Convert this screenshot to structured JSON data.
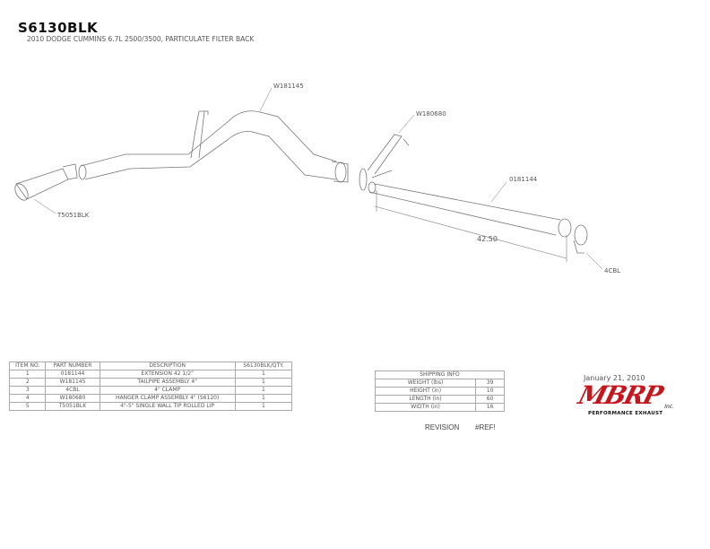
{
  "header": {
    "title": "S6130BLK",
    "subtitle": "2010 DODGE CUMMINS 6.7L 2500/3500, PARTICULATE FILTER BACK"
  },
  "drawing_labels": {
    "tailpipe": "W181145",
    "hanger": "W180680",
    "extension": "0181144",
    "dimension": "42.50",
    "clamp": "4CBL",
    "tip": "T5051BLK"
  },
  "parts_table": {
    "headers": [
      "ITEM NO.",
      "PART NUMBER",
      "DESCRIPTION",
      "S6130BLK/QTY."
    ],
    "rows": [
      [
        "1",
        "0181144",
        "EXTENSION 42 1/2\"",
        "1"
      ],
      [
        "2",
        "W181145",
        "TAILPIPE ASSEMBLY 4\"",
        "1"
      ],
      [
        "3",
        "4CBL",
        "4\" CLAMP",
        "1"
      ],
      [
        "4",
        "W180680",
        "HANGER CLAMP ASSEMBLY 4\" (S6120)",
        "1"
      ],
      [
        "5",
        "T5051BLK",
        "4\"-5\" SINGLE WALL TIP ROLLED LIP",
        "1"
      ]
    ]
  },
  "shipping": {
    "title": "SHIPPING INFO",
    "rows": [
      [
        "WEIGHT (lbs)",
        "39"
      ],
      [
        "HEIGHT (in)",
        "10"
      ],
      [
        "LENGTH (in)",
        "60"
      ],
      [
        "WIDTH (in)",
        "16"
      ]
    ]
  },
  "date": "January 21, 2010",
  "logo": {
    "mark": "MBRP",
    "inc": "Inc.",
    "tagline": "PERFORMANCE EXHAUST",
    "color": "#c4161c"
  },
  "revision": {
    "label": "REVISION",
    "value": "#REF!"
  }
}
